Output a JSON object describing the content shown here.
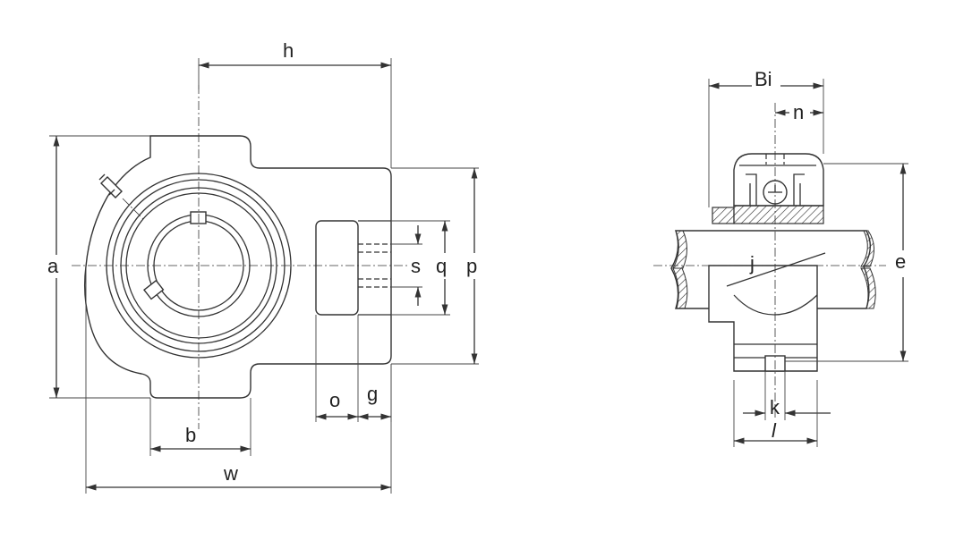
{
  "front_view": {
    "labels": {
      "a": "a",
      "b": "b",
      "w": "w",
      "h": "h",
      "o": "o",
      "g": "g",
      "s": "s",
      "q": "q",
      "p": "p"
    }
  },
  "side_view": {
    "labels": {
      "Bi": "Bi",
      "n": "n",
      "j": "j",
      "e": "e",
      "k": "k",
      "l": "l"
    }
  }
}
